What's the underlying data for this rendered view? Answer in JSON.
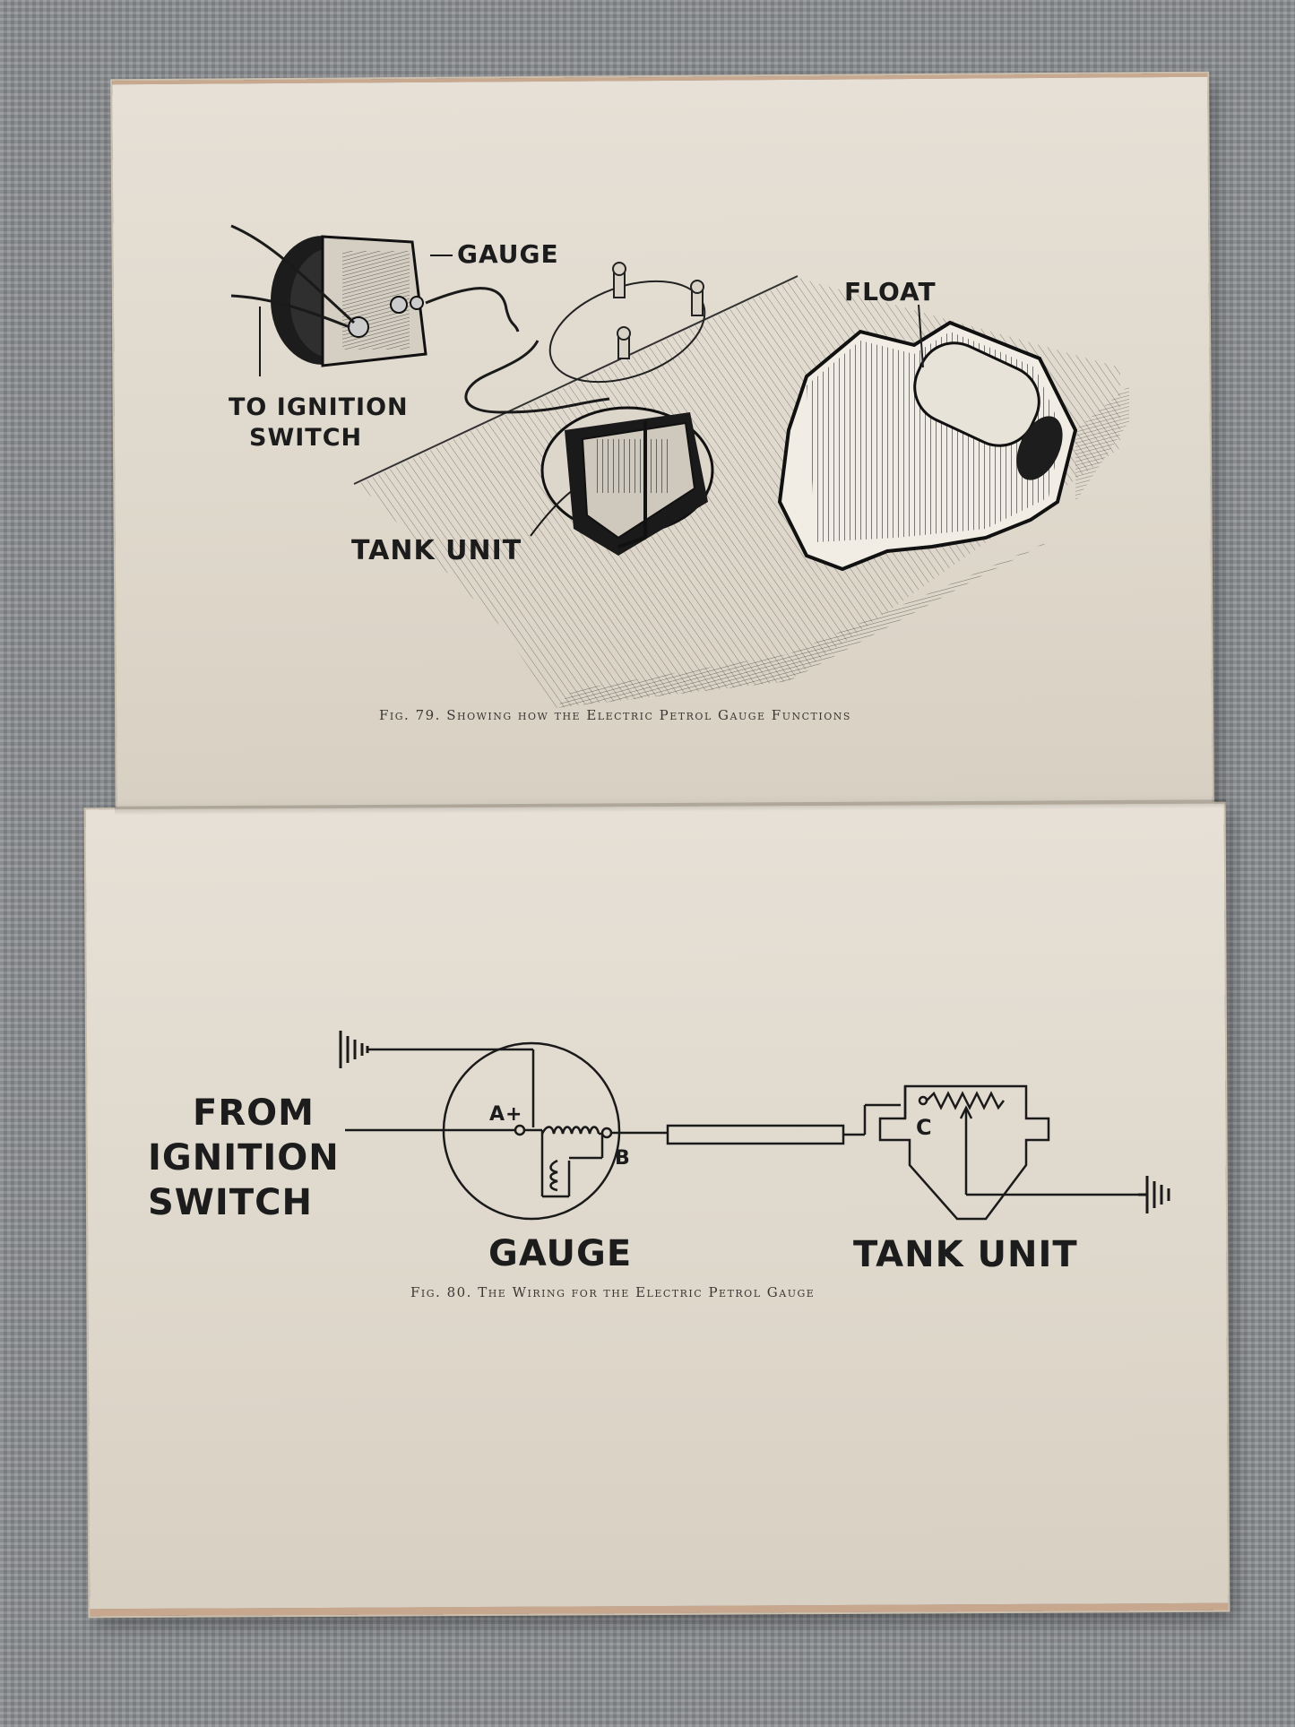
{
  "figure_79": {
    "labels": {
      "gauge": "GAUGE",
      "float": "FLOAT",
      "to_ignition_line1": "TO IGNITION",
      "to_ignition_line2": "SWITCH",
      "tank_unit": "TANK UNIT"
    },
    "caption": "Fig. 79. Showing how the Electric Petrol Gauge Functions"
  },
  "figure_80": {
    "labels": {
      "from_line1": "FROM",
      "from_line2": "IGNITION",
      "from_line3": "SWITCH",
      "terminal_a": "A+",
      "terminal_b": "B",
      "terminal_c": "C",
      "gauge": "GAUGE",
      "tank_unit": "TANK UNIT"
    },
    "caption": "Fig. 80. The Wiring for the Electric Petrol Gauge"
  }
}
